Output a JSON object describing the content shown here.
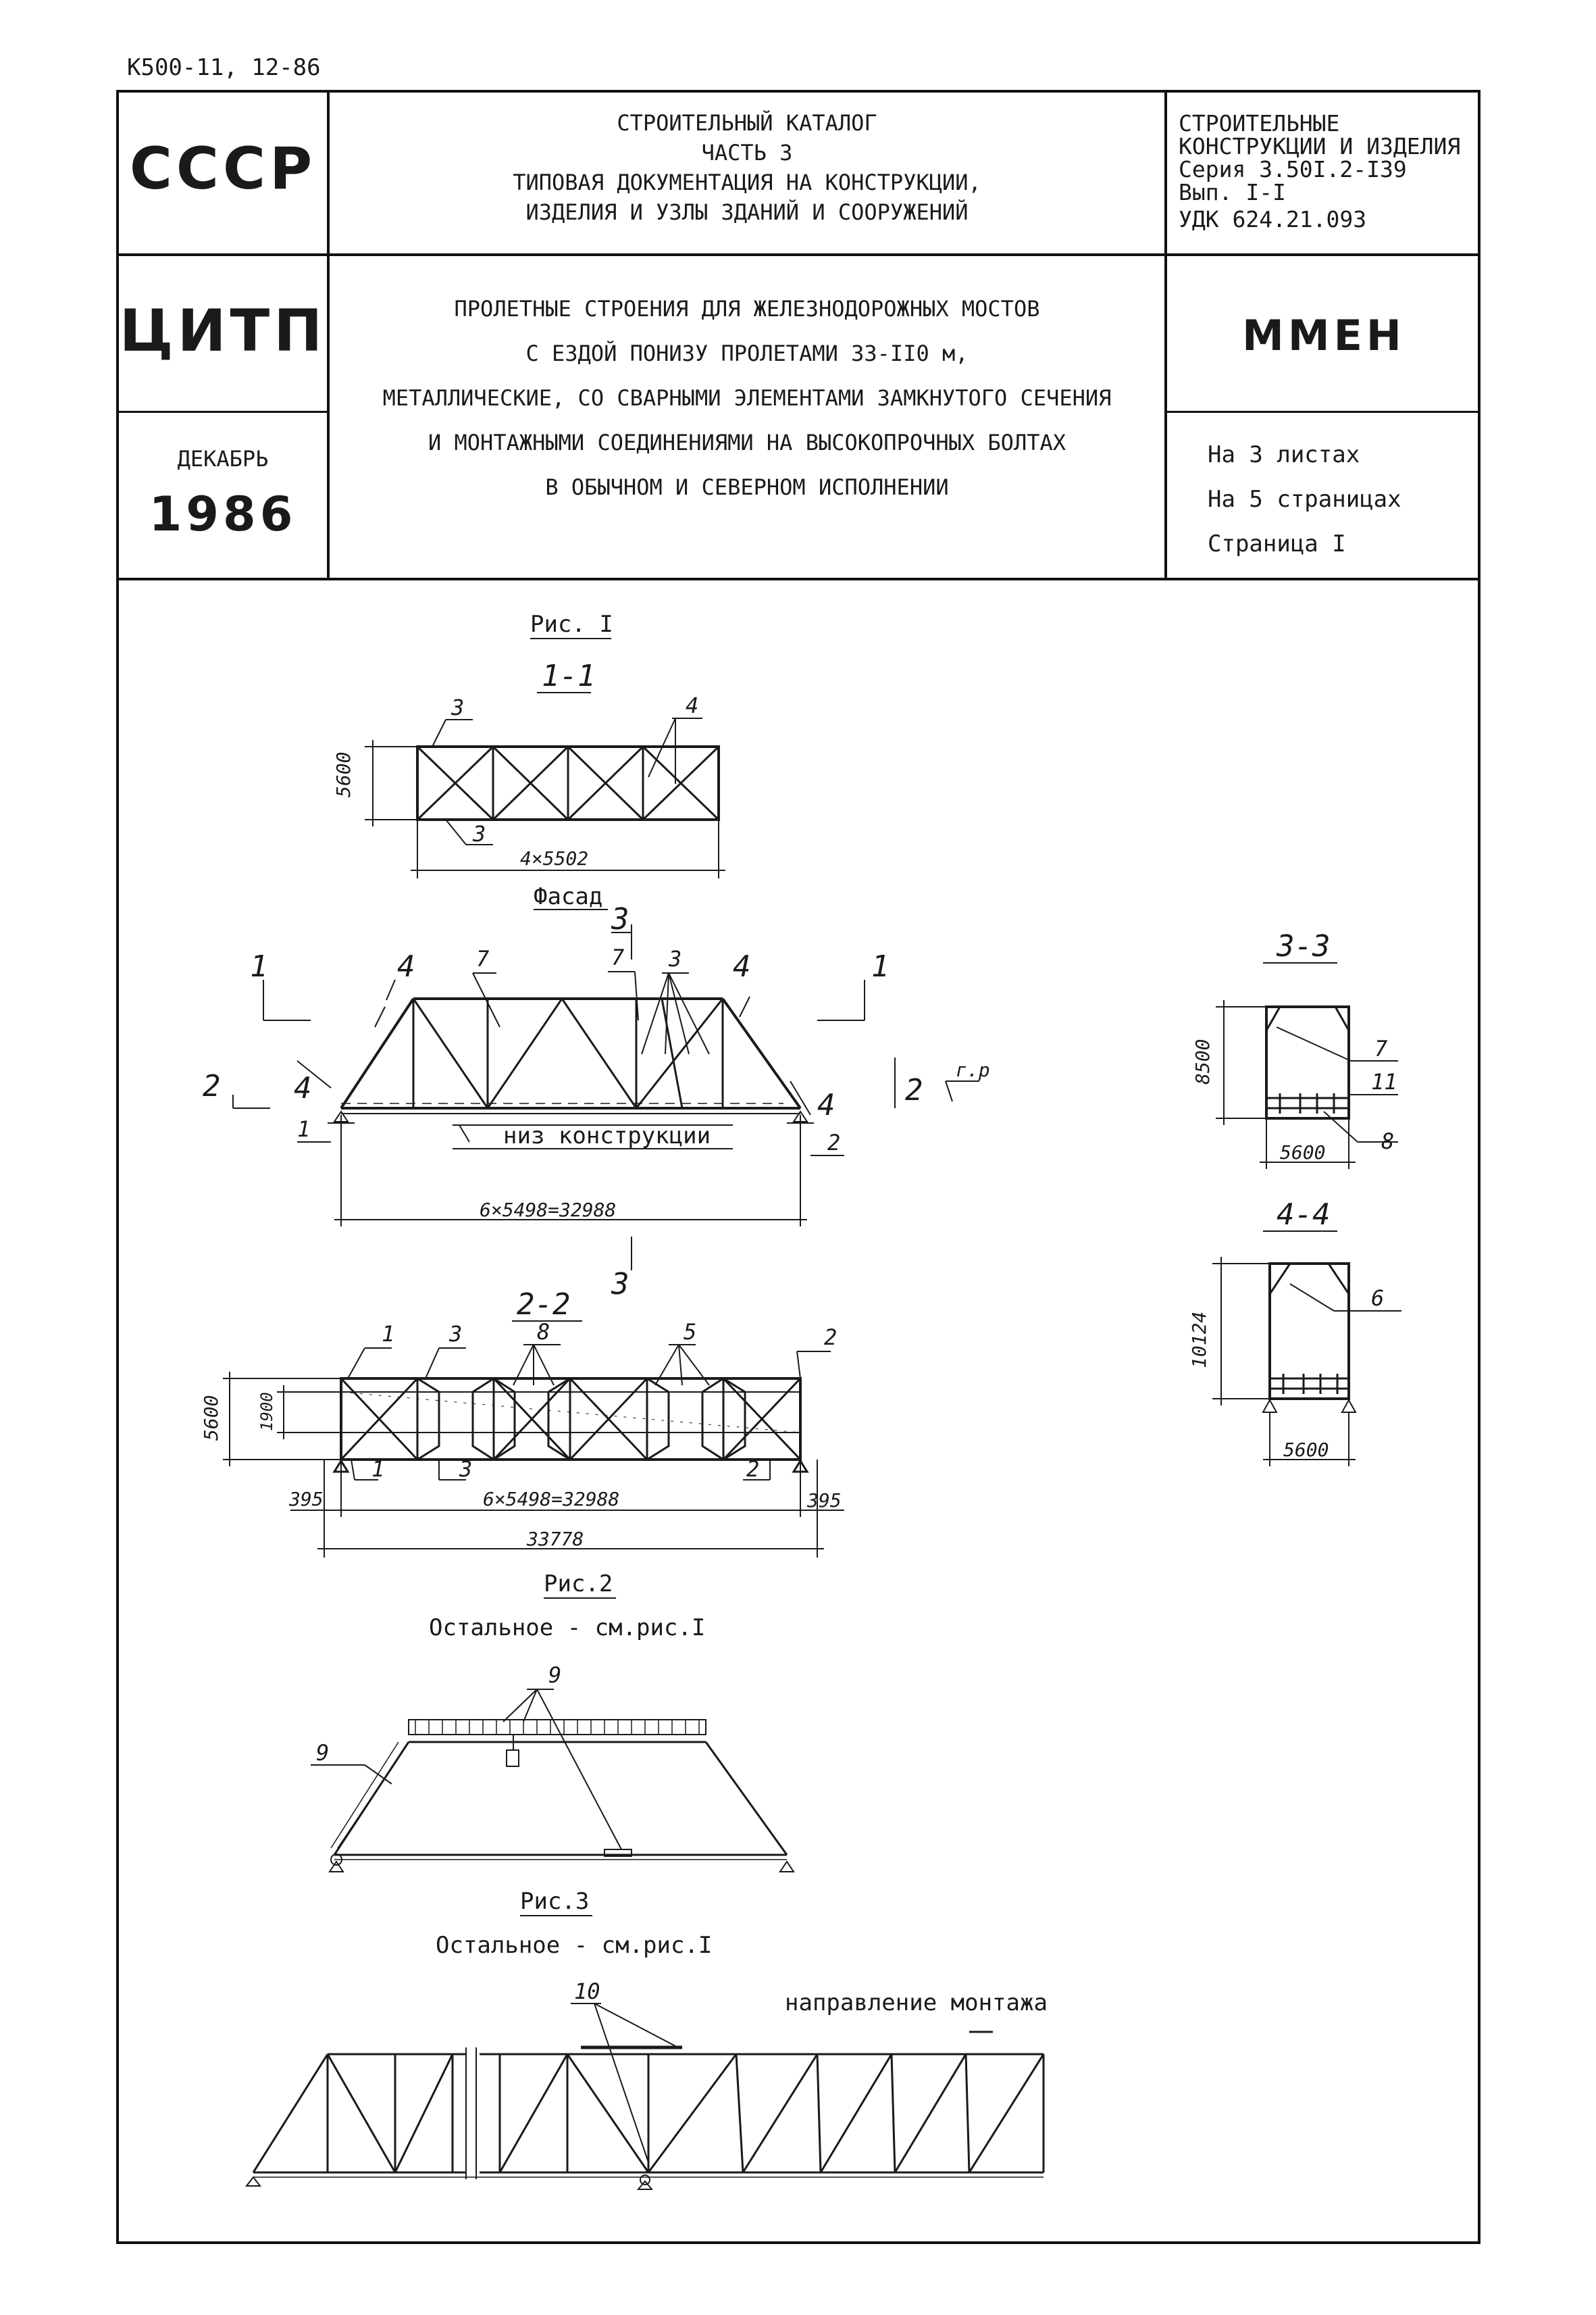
{
  "doc_code": "К500-11, 12-86",
  "header": {
    "country": "СССР",
    "catalog_lines": [
      "СТРОИТЕЛЬНЫЙ КАТАЛОГ",
      "ЧАСТЬ 3",
      "ТИПОВАЯ ДОКУМЕНТАЦИЯ НА КОНСТРУКЦИИ,",
      "ИЗДЕЛИЯ И УЗЛЫ ЗДАНИЙ И СООРУЖЕНИЙ"
    ],
    "series_lines": [
      "СТРОИТЕЛЬНЫЕ",
      "КОНСТРУКЦИИ И ИЗДЕЛИЯ",
      "Серия 3.50I.2-I39",
      "Вып. I-I",
      "УДК 624.21.093"
    ],
    "org": "ЦИТП",
    "title_lines": [
      "ПРОЛЕТНЫЕ СТРОЕНИЯ ДЛЯ ЖЕЛЕЗНОДОРОЖНЫХ МОСТОВ",
      "С ЕЗДОЙ ПОНИЗУ ПРОЛЕТАМИ 33-II0 м,",
      "МЕТАЛЛИЧЕСКИЕ, СО СВАРНЫМИ ЭЛЕМЕНТАМИ ЗАМКНУТОГО СЕЧЕНИЯ",
      "И МОНТАЖНЫМИ СОЕДИНЕНИЯМИ НА ВЫСОКОПРОЧНЫХ БОЛТАХ",
      "В ОБЫЧНОМ И СЕВЕРНОМ ИСПОЛНЕНИИ"
    ],
    "code": "ММЕН",
    "month": "ДЕКАБРЬ",
    "year": "1986",
    "sheets": [
      "На 3 листах",
      "На 5 страницах",
      "Страница I"
    ]
  },
  "drawing": {
    "fig1": "Рис. I",
    "sec11": "1-1",
    "dim_5600": "5600",
    "dim_4x5502": "4×5502",
    "facade": "Фасад",
    "sec_mark_1": "1",
    "sec_mark_2": "2",
    "sec_mark_3": "3",
    "label_gr": "г.р",
    "label_bottom": "низ конструкции",
    "dim_6x5498": "6×5498=32988",
    "sec22": "2-2",
    "dim_1900": "1900",
    "dim_395": "395",
    "dim_33778": "33778",
    "sec33": "3-3",
    "dim_8500": "8500",
    "sec44": "4-4",
    "dim_10124": "10124",
    "fig2": "Рис.2",
    "rest_note": "Остальное - см.рис.I",
    "fig3": "Рис.3",
    "assembly_dir": "направление монтажа",
    "callouts": {
      "c1": "1",
      "c2": "2",
      "c3": "3",
      "c4": "4",
      "c5": "5",
      "c6": "6",
      "c7": "7",
      "c8": "8",
      "c9": "9",
      "c10": "10",
      "c11": "11"
    }
  }
}
